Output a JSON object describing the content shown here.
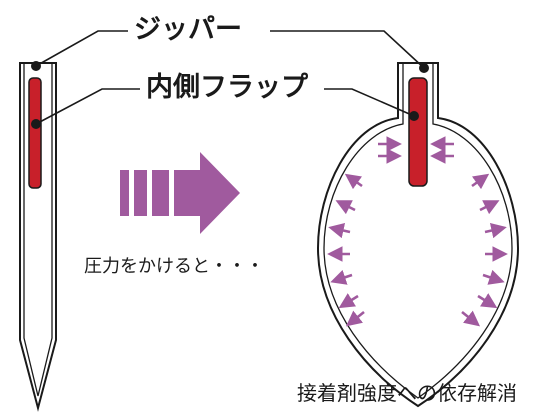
{
  "labels": {
    "zipper": "ジッパー",
    "inner_flap": "内側フラップ",
    "pressure_caption": "圧力をかけると・・・",
    "result_caption": "接着剤強度への依存解消"
  },
  "colors": {
    "flap_red": "#c8202a",
    "arrow_purple": "#a05a9e",
    "outline": "#1a1a1a"
  },
  "icons": {
    "transition_arrow": "striped-right-arrow",
    "pressure_arrows": "small-purple-arrows"
  }
}
